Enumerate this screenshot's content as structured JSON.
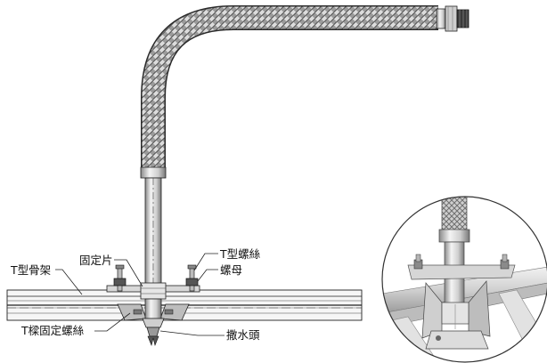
{
  "labels": {
    "t_frame": "T型骨架",
    "fixing_plate": "固定片",
    "t_screw": "T型螺絲",
    "nut": "螺母",
    "t_bar_fixing_screw": "T樑固定螺絲",
    "sprinkler_head": "撒水頭"
  },
  "colors": {
    "line": "#222222",
    "hose_light": "#d6d6d6",
    "hose_dark": "#5a5a5a",
    "steel_light": "#f0f0f0",
    "steel_mid": "#b8b8b8",
    "steel_dark": "#6a6a6a",
    "bracket": "#c8c8c8",
    "inset_bg": "#ffffff"
  }
}
